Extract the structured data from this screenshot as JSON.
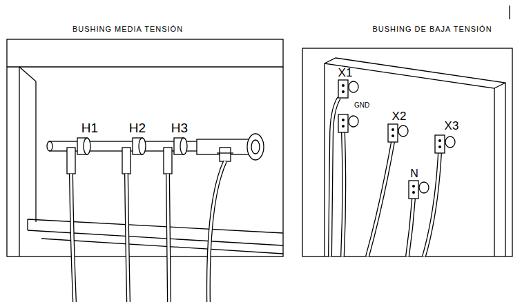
{
  "diagram": {
    "labels": [
      "BUSHING MEDIA TENSIÓN",
      "BUSHING DE BAJA TENSIÓN",
      "H1",
      "H2",
      "H3",
      "X1",
      "X2",
      "GND",
      "X3",
      "N"
    ]
  }
}
